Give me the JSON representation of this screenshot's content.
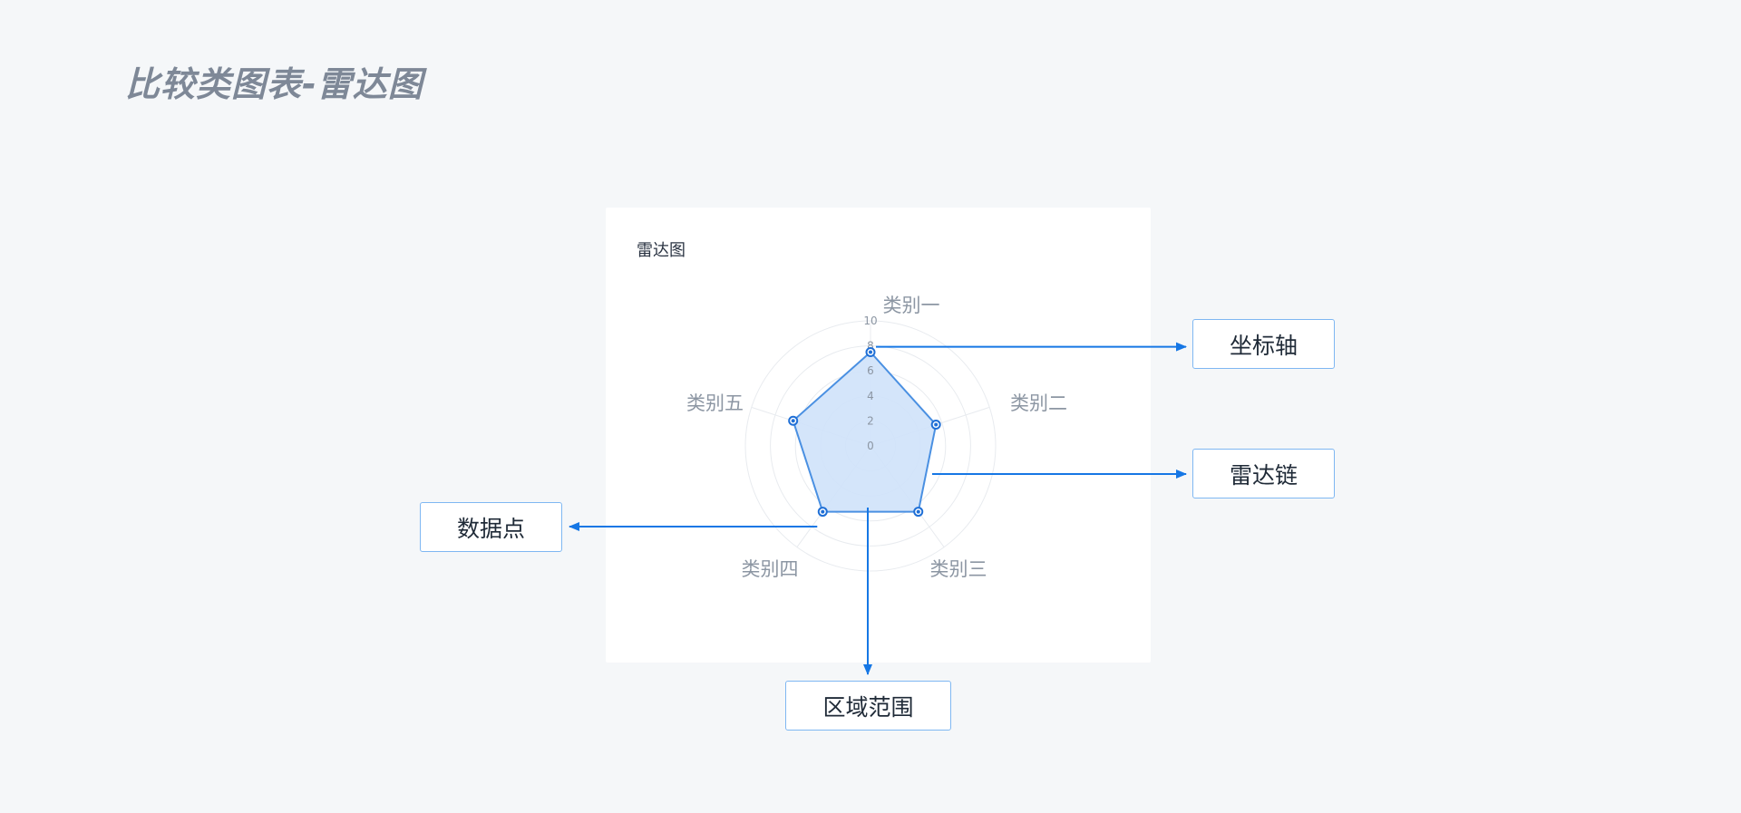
{
  "page": {
    "title": "比较类图表-雷达图"
  },
  "card": {
    "title": "雷达图"
  },
  "chart_data": {
    "type": "radar",
    "categories": [
      "类别一",
      "类别二",
      "类别三",
      "类别四",
      "类别五"
    ],
    "series": [
      {
        "values": [
          7.5,
          5.5,
          6.5,
          6.5,
          6.5
        ]
      }
    ],
    "radial_ticks": [
      "0",
      "2",
      "4",
      "6",
      "8",
      "10"
    ],
    "rlim": [
      0,
      10
    ],
    "grid": true,
    "colors": {
      "area_fill": "#cfe2fa",
      "line": "#4a90e2",
      "point": "#1f6fd6",
      "grid": "#e8ebef",
      "axis_label": "#8c96a3",
      "tick_label": "#8c96a3"
    }
  },
  "callouts": {
    "axis": "坐标轴",
    "chain": "雷达链",
    "point": "数据点",
    "area": "区域范围"
  },
  "colors": {
    "arrow": "#1677e5",
    "callout_border": "#7fb7f2"
  }
}
